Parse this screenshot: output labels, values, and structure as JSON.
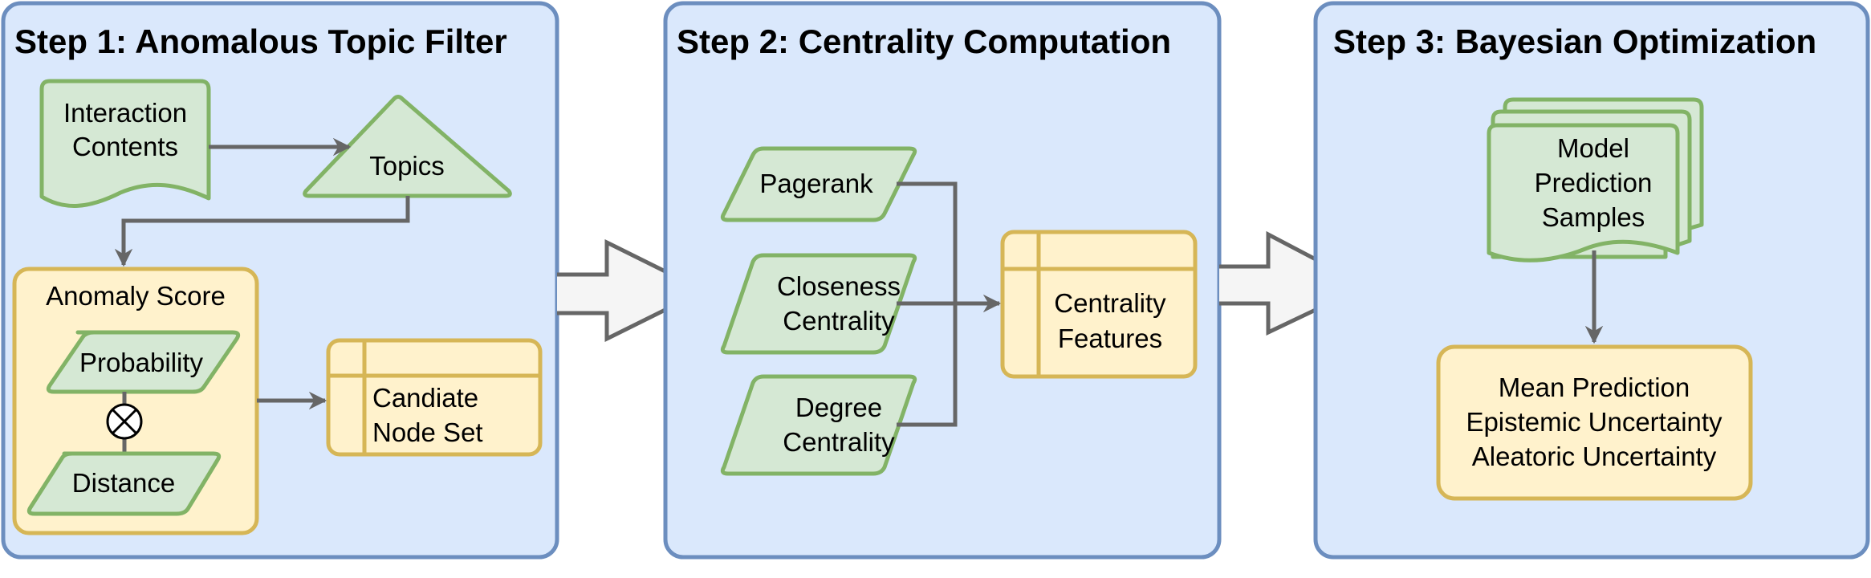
{
  "colors": {
    "panel_fill": "#dae8fc",
    "panel_stroke": "#6c8ebf",
    "green_fill": "#d5e8d4",
    "green_stroke": "#82b366",
    "yellow_fill": "#fff2cc",
    "yellow_stroke": "#d6b656",
    "connector": "#666666"
  },
  "step1": {
    "title": "Step 1: Anomalous Topic Filter",
    "interaction_line1": "Interaction",
    "interaction_line2": "Contents",
    "topics": "Topics",
    "anomaly_score": "Anomaly Score",
    "probability": "Probability",
    "distance": "Distance",
    "candidate_line1": "Candiate",
    "candidate_line2": "Node Set"
  },
  "step2": {
    "title": "Step 2: Centrality Computation",
    "pagerank": "Pagerank",
    "closeness_line1": "Closeness",
    "closeness_line2": "Centrality",
    "degree_line1": "Degree",
    "degree_line2": "Centrality",
    "features_line1": "Centrality",
    "features_line2": "Features"
  },
  "step3": {
    "title": "Step 3: Bayesian Optimization",
    "samples_line1": "Model",
    "samples_line2": "Prediction",
    "samples_line3": "Samples",
    "output_line1": "Mean Prediction",
    "output_line2": "Epistemic Uncertainty",
    "output_line3": "Aleatoric Uncertainty"
  }
}
